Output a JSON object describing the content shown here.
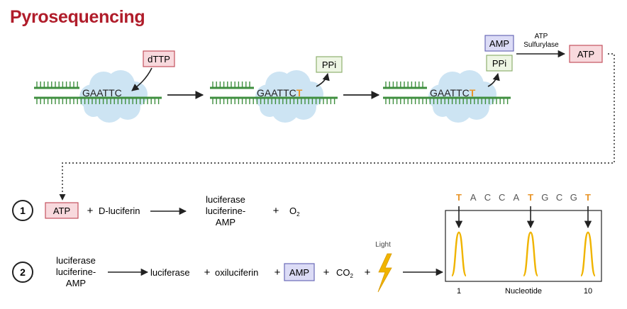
{
  "title": "Pyrosequencing",
  "top_row": {
    "seq": "GAATTC",
    "added_base": "T",
    "dttp_label": "dTTP",
    "ppi_label": "PPi",
    "amp_label": "AMP",
    "enzyme_label_line1": "ATP",
    "enzyme_label_line2": "Sulfurylase",
    "atp_label": "ATP"
  },
  "reaction1": {
    "number": "1",
    "atp": "ATP",
    "plus1": "+",
    "dluciferin": "D-luciferin",
    "product_line1": "luciferase",
    "product_line2": "luciferine-",
    "product_line3": "AMP",
    "plus2": "+",
    "o2_base": "O",
    "o2_sub": "2"
  },
  "reaction2": {
    "number": "2",
    "reactant_line1": "luciferase",
    "reactant_line2": "luciferine-",
    "reactant_line3": "AMP",
    "luciferase": "luciferase",
    "plus1": "+",
    "oxiluciferin": "oxiluciferin",
    "plus2": "+",
    "amp": "AMP",
    "plus3": "+",
    "co2_base": "CO",
    "co2_sub": "2",
    "plus4": "+",
    "light_label": "Light"
  },
  "pyrogram": {
    "sequence": [
      "T",
      "A",
      "C",
      "C",
      "A",
      "T",
      "G",
      "C",
      "G",
      "T"
    ],
    "highlighted_bases": [
      "T"
    ],
    "x_start": "1",
    "x_end": "10",
    "xlabel": "Nucleotide",
    "peak_positions": [
      1,
      6,
      10
    ]
  },
  "colors": {
    "title": "#b01c2a",
    "dna_green": "#3f8f3f",
    "cloud_blue": "#cde4f3",
    "pink_fill": "#f8d9dd",
    "pink_stroke": "#c4525f",
    "green_fill": "#eef6e4",
    "green_stroke": "#8fb070",
    "purple_fill": "#dcdcf6",
    "purple_stroke": "#6a6ab8",
    "orange": "#e8952a",
    "peak_yellow": "#f0b400"
  },
  "icons": {
    "cloud": "polymerase-cloud-icon",
    "lightning": "lightning-bolt-icon"
  }
}
